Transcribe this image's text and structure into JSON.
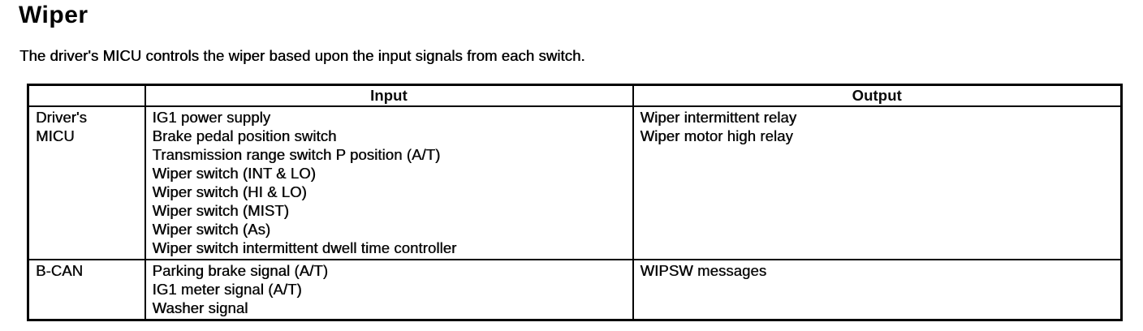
{
  "page": {
    "title": "Wiper",
    "description": "The driver's MICU controls the wiper based upon the input signals from each switch."
  },
  "table": {
    "header": {
      "source": "",
      "input": "Input",
      "output": "Output"
    },
    "rows": [
      {
        "source_line1": "Driver's",
        "source_line2": "MICU",
        "inputs": [
          "IG1 power supply",
          "Brake pedal position switch",
          "Transmission range switch P position (A/T)",
          "Wiper switch (INT & LO)",
          "Wiper switch (HI & LO)",
          "Wiper switch (MIST)",
          "Wiper switch (As)",
          "Wiper switch intermittent dwell time controller"
        ],
        "outputs": [
          "Wiper intermittent relay",
          "Wiper motor high relay"
        ]
      },
      {
        "source_line1": "B-CAN",
        "source_line2": "",
        "inputs": [
          "Parking brake signal (A/T)",
          "IG1 meter signal (A/T)",
          "Washer signal"
        ],
        "outputs": [
          "WIPSW messages"
        ]
      }
    ]
  }
}
